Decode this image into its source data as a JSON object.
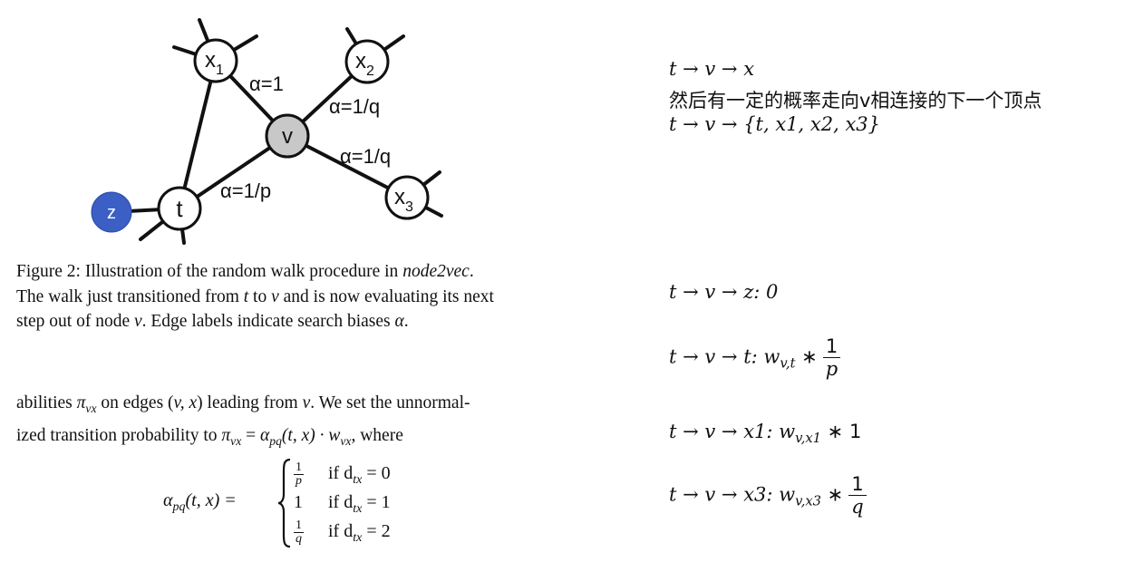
{
  "graph": {
    "nodes": {
      "x1": "x",
      "x1_sub": "1",
      "x2": "x",
      "x2_sub": "2",
      "x3": "x",
      "x3_sub": "3",
      "v": "v",
      "t": "t",
      "z": "z"
    },
    "edges": {
      "t_v": "α=1/p",
      "x1_v": "α=1",
      "x2_v": "α=1/q",
      "x3_v": "α=1/q"
    },
    "colors": {
      "v_fill": "#c8c8c8",
      "z_fill": "#3b5fc4",
      "node_fill": "#ffffff"
    }
  },
  "caption": {
    "line1_pre": "Figure 2: Illustration of the random walk procedure in ",
    "line1_italic": "node2vec",
    "line1_post": ".",
    "line2_a": "The walk just transitioned from ",
    "line2_t": "t",
    "line2_b": " to ",
    "line2_v": "v",
    "line2_c": " and is now evaluating its next",
    "line3_a": "step out of node ",
    "line3_v": "v",
    "line3_b": ". Edge labels indicate search biases ",
    "line3_alpha": "α",
    "line3_c": "."
  },
  "paragraph": {
    "l1_a": "abilities ",
    "l1_pi": "π",
    "l1_sub": "vx",
    "l1_b": " on edges (",
    "l1_vx": "v, x",
    "l1_c": ") leading from ",
    "l1_v": "v",
    "l1_d": ". We set the unnormal-",
    "l2_a": "ized transition probability to ",
    "l2_pi": "π",
    "l2_sub": "vx",
    "l2_eq": " = ",
    "l2_alpha": "α",
    "l2_asub": "pq",
    "l2_args": "(t, x) · ",
    "l2_w": "w",
    "l2_wsub": "vx",
    "l2_b": ", where"
  },
  "formula": {
    "lhs_alpha": "α",
    "lhs_sub": "pq",
    "lhs_args": "(t, x) =",
    "cases": [
      {
        "num": "1",
        "den": "p",
        "cond": "if d",
        "cond_sub": "tx",
        "cond_val": " = 0"
      },
      {
        "val": "1",
        "cond": "if d",
        "cond_sub": "tx",
        "cond_val": " = 1"
      },
      {
        "num": "1",
        "den": "q",
        "cond": "if d",
        "cond_sub": "tx",
        "cond_val": " = 2"
      }
    ]
  },
  "notes": {
    "r1": "t → v → x",
    "r2": "然后有一定的概率走向v相连接的下一个顶点",
    "r3": "t → v → {t, x1, x2, x3}",
    "r4": "t → v → z: 0",
    "r5": "t → v → t: ",
    "r5_w": "w",
    "r5_sub": "v,t",
    "r5_op": " ∗",
    "r5_num": "1",
    "r5_den": "p",
    "r6": "t  → v → x1: ",
    "r6_w": "w",
    "r6_sub": "v,x1",
    "r6_tail": " ∗ 1",
    "r7": "t → v → x3: ",
    "r7_w": "w",
    "r7_sub": "v,x3",
    "r7_op": " ∗",
    "r7_num": "1",
    "r7_den": "q"
  }
}
